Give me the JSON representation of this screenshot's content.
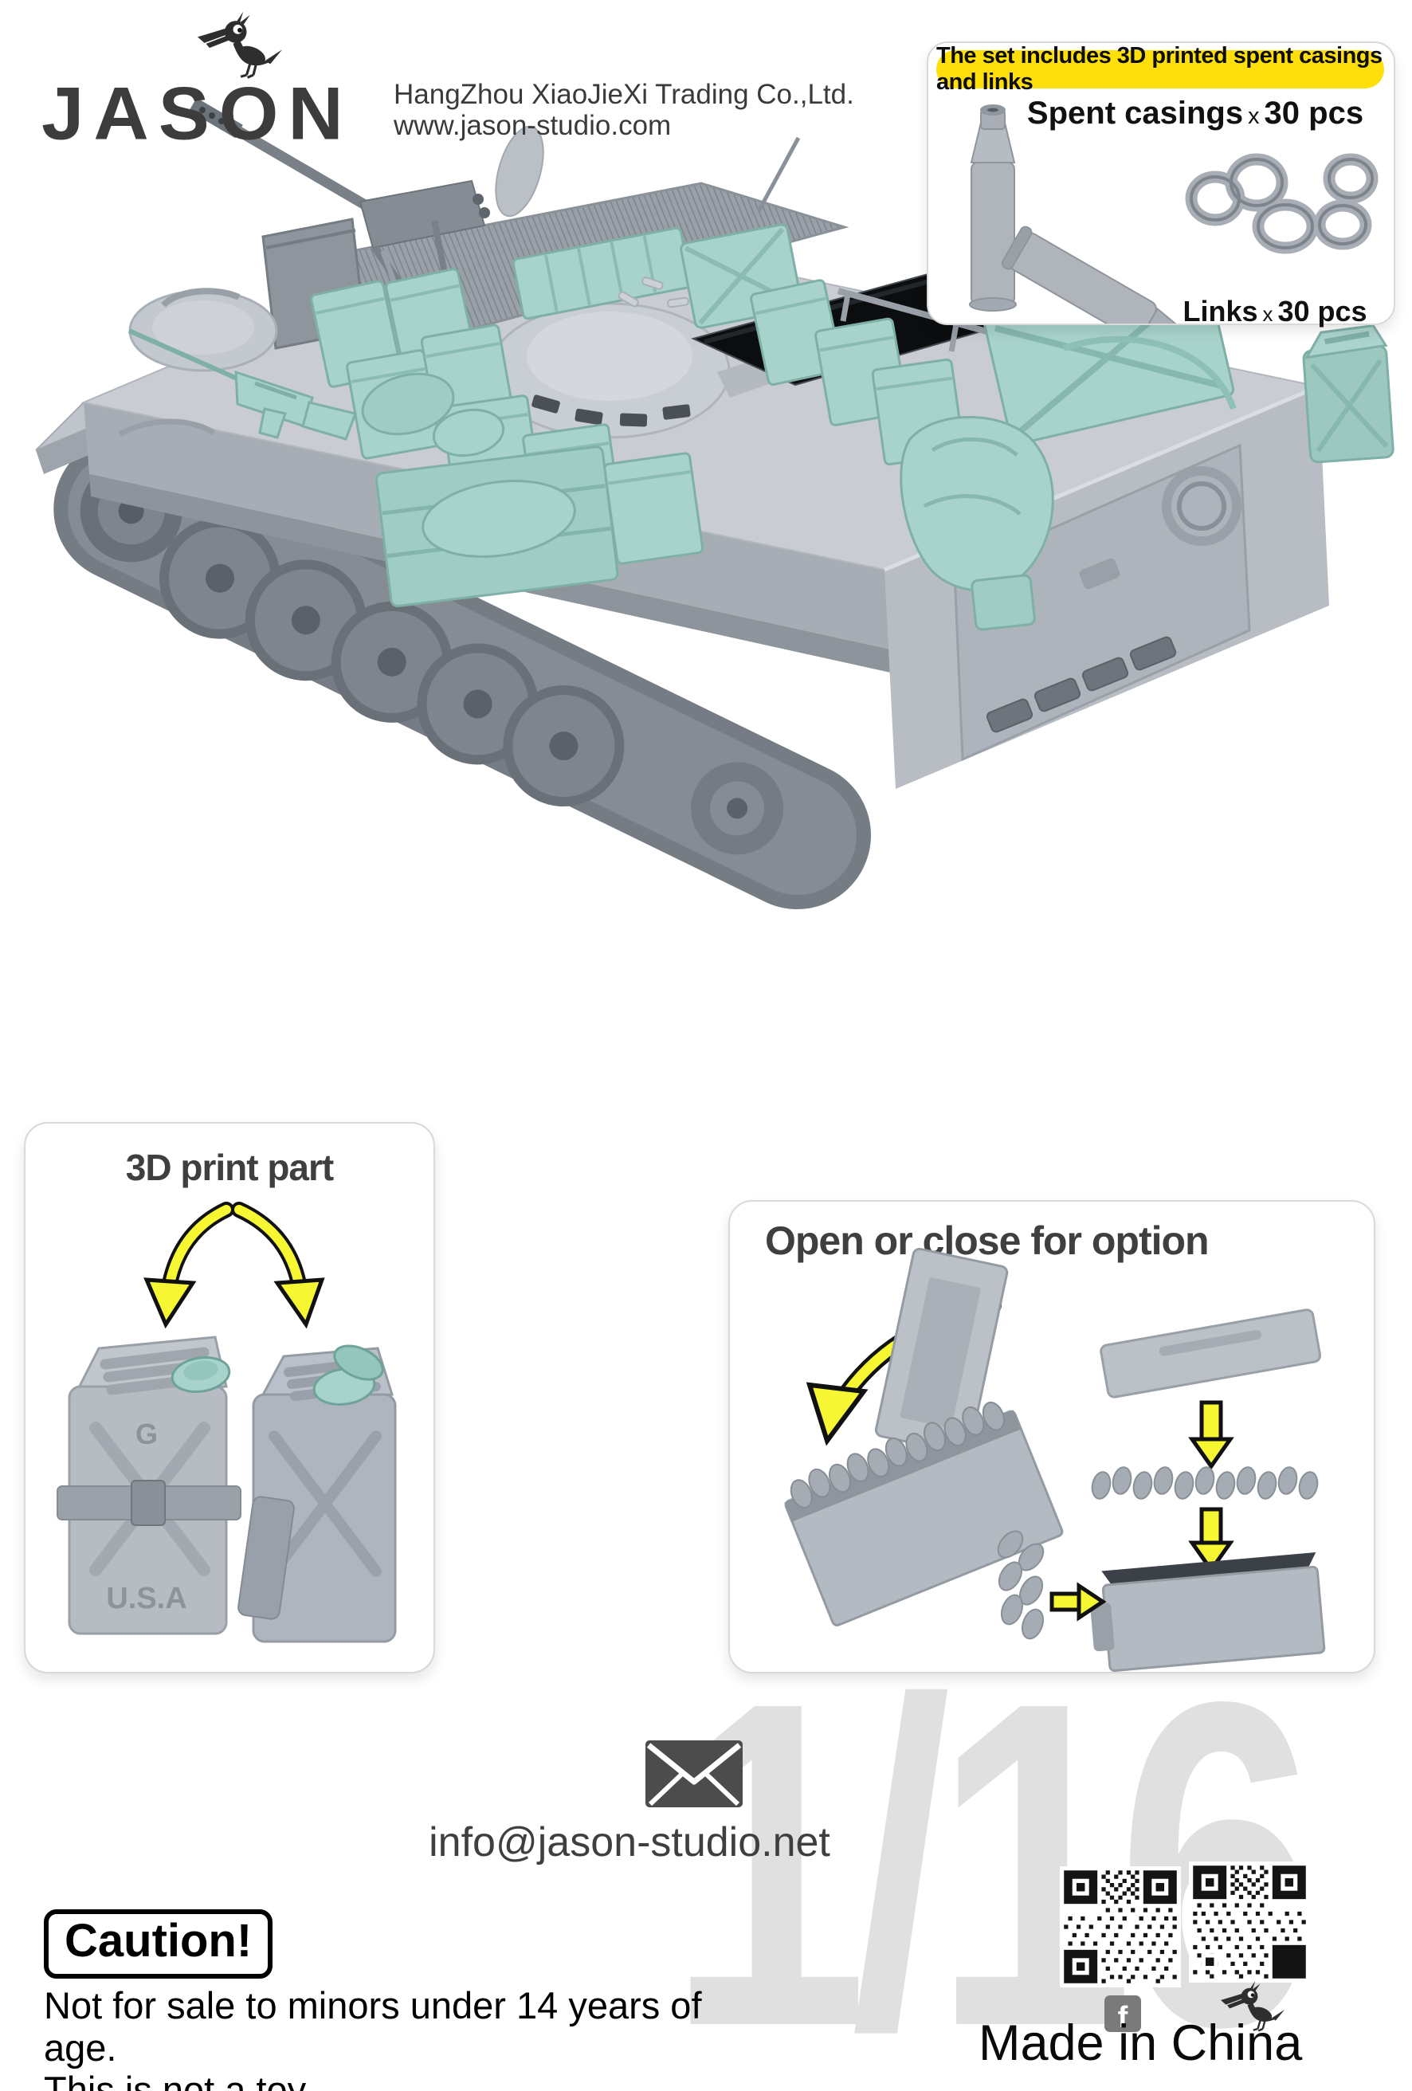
{
  "header": {
    "brand": "JASON",
    "company": "HangZhou XiaoJieXi Trading Co.,Ltd.",
    "website": "www.jason-studio.com"
  },
  "includes_box": {
    "banner": "The set includes 3D printed spent casings and links",
    "spent_casings": {
      "label": "Spent casings",
      "times": "x",
      "qty": "30 pcs"
    },
    "links": {
      "label": "Links",
      "times": "x",
      "qty": "30 pcs"
    }
  },
  "print_part_box": {
    "title": "3D print part",
    "jerry_can_letter": "G",
    "jerry_can_country": "U.S.A"
  },
  "option_box": {
    "title": "Open or close for option"
  },
  "contact": {
    "email": "info@jason-studio.net"
  },
  "caution": {
    "title": "Caution!",
    "line1": "Not for sale to minors under 14 years of age.",
    "line2": "This is not a toy."
  },
  "footer": {
    "scale": "1/16",
    "made_in": "Made in China",
    "facebook_letter": "f"
  },
  "colors": {
    "accent_yellow": "#ffdf0a",
    "arrow_yellow": "#f6f632",
    "teal": "#a8d3cb",
    "tank_gray": "#b4b9c0",
    "watermark_gray": "#e0e0e0"
  }
}
